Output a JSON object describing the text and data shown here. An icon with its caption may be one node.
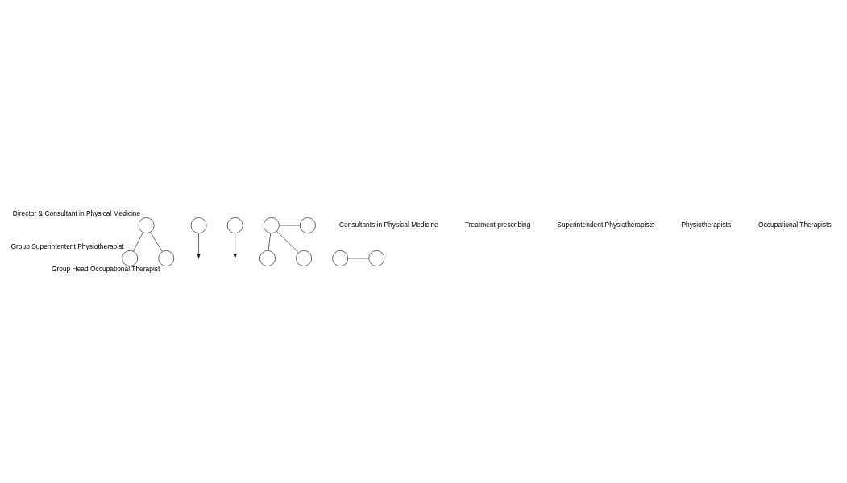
{
  "diagram": {
    "nodes": [
      {
        "text": [],
        "shape": "circle",
        "beside": [
          "Director & Consultant in Physical Medicine"
        ]
      },
      {
        "text": [],
        "shape": "circle"
      },
      {
        "text": [],
        "shape": "circle"
      },
      {
        "text": [],
        "shape": "circle",
        "beside": [
          "Group Superintentent Physiotherapist"
        ]
      },
      {
        "text": [],
        "shape": "circle",
        "beside": [
          "Group Head Occupational Therapist"
        ]
      },
      {
        "text": [],
        "shape": "circle"
      },
      {
        "text": [],
        "shape": "circle"
      },
      {
        "text": [],
        "shape": "circle"
      },
      {
        "text": [],
        "shape": "circle"
      },
      {
        "text": [],
        "shape": "circle"
      },
      {
        "text": [],
        "shape": "circle"
      }
    ],
    "edges": [
      {
        "from": 0,
        "to": 3,
        "arrow": "none"
      },
      {
        "from": 0,
        "to": 4,
        "arrow": "none"
      },
      {
        "from": 1,
        "to": null,
        "arrow": "to"
      },
      {
        "from": 2,
        "to": null,
        "arrow": "to"
      },
      {
        "from": 5,
        "to": 6,
        "arrow": "none"
      },
      {
        "from": 5,
        "to": 7,
        "arrow": "none"
      },
      {
        "from": 5,
        "to": 8,
        "arrow": "none"
      },
      {
        "from": 9,
        "to": 10,
        "arrow": "none"
      }
    ],
    "labels": [
      "Consultants in Physical Medicine",
      "Treatment prescribing",
      "Superintendent Physiotherapists",
      "Physiotherapists",
      "Occupational Therapists"
    ]
  }
}
